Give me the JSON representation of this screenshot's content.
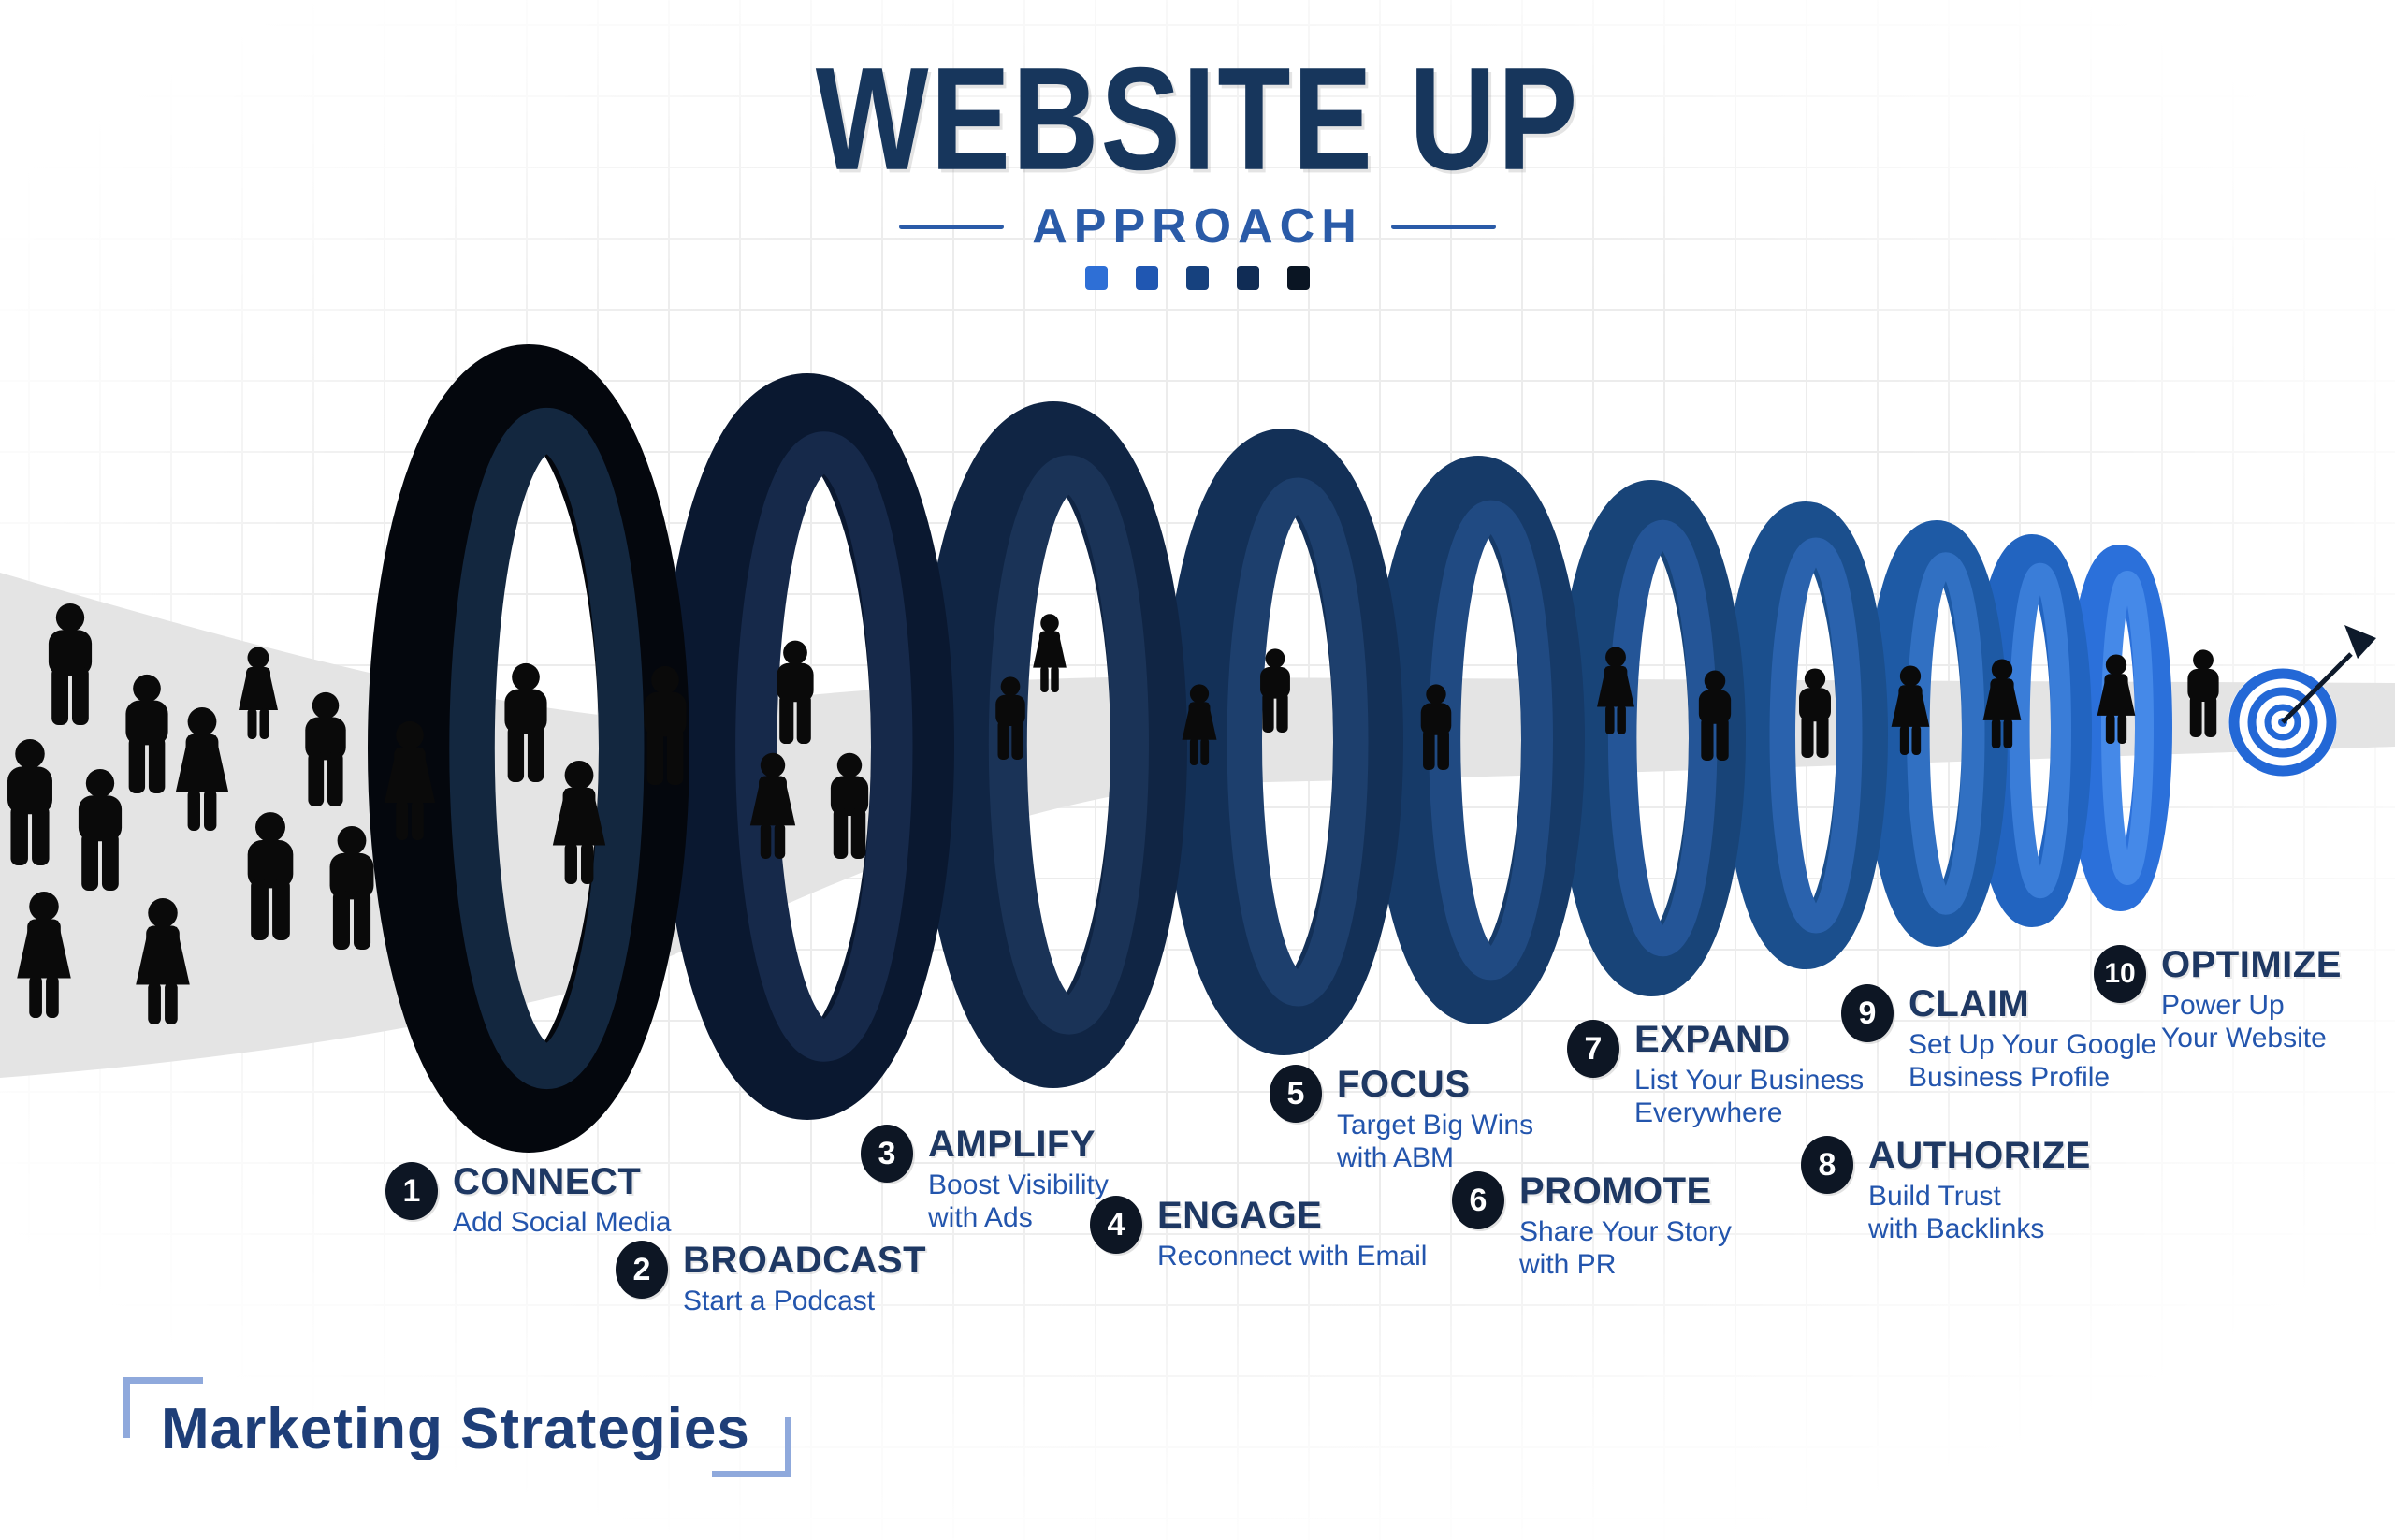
{
  "header": {
    "title": "WEBSITE UP",
    "subtitle": "APPROACH"
  },
  "footer": {
    "label": "Marketing Strategies"
  },
  "steps": [
    {
      "number": "1",
      "title": "CONNECT",
      "subtitle": "Add Social Media"
    },
    {
      "number": "2",
      "title": "BROADCAST",
      "subtitle": "Start a Podcast"
    },
    {
      "number": "3",
      "title": "AMPLIFY",
      "subtitle": "Boost Visibility\nwith Ads"
    },
    {
      "number": "4",
      "title": "ENGAGE",
      "subtitle": "Reconnect with Email"
    },
    {
      "number": "5",
      "title": "FOCUS",
      "subtitle": "Target Big Wins\nwith ABM"
    },
    {
      "number": "6",
      "title": "PROMOTE",
      "subtitle": "Share Your Story\nwith PR"
    },
    {
      "number": "7",
      "title": "EXPAND",
      "subtitle": "List Your Business\nEverywhere"
    },
    {
      "number": "8",
      "title": "AUTHORIZE",
      "subtitle": "Build Trust\nwith Backlinks"
    },
    {
      "number": "9",
      "title": "CLAIM",
      "subtitle": "Set Up Your Google\nBusiness Profile"
    },
    {
      "number": "10",
      "title": "OPTIMIZE",
      "subtitle": "Power Up\nYour Website"
    }
  ],
  "icons": {
    "target": "bullseye-target-arrow-icon",
    "male": "male-person-icon",
    "female": "female-person-icon"
  },
  "palette": {
    "title_color": "#17365c",
    "subtitle_color": "#2a5ba8",
    "step_title_color": "#1e3863",
    "step_sub_color": "#2355ad",
    "badge_bg": "#0d1624",
    "badge_text": "#ffffff",
    "band_color": "#e4e4e4",
    "person_color": "#0a0a0a",
    "target_color": "#2368d6",
    "arrow_color": "#0e1a2b",
    "footer_color": "#1e3e78",
    "footer_bracket_color": "#8fa9dc",
    "squares": [
      "#2e6fd6",
      "#2057b2",
      "#16417e",
      "#102c55",
      "#0a1523"
    ],
    "rings": [
      {
        "base": "#04070d",
        "highlight": "#13273f"
      },
      {
        "base": "#0a1830",
        "highlight": "#16294a"
      },
      {
        "base": "#102544",
        "highlight": "#1a3357"
      },
      {
        "base": "#133057",
        "highlight": "#1d3f6d"
      },
      {
        "base": "#163a68",
        "highlight": "#204a82"
      },
      {
        "base": "#184478",
        "highlight": "#245597"
      },
      {
        "base": "#1b4f8d",
        "highlight": "#2a62ad"
      },
      {
        "base": "#1e5aa5",
        "highlight": "#3170c2"
      },
      {
        "base": "#2264c0",
        "highlight": "#3a7dd8"
      },
      {
        "base": "#2b70da",
        "highlight": "#4589e8"
      }
    ]
  }
}
